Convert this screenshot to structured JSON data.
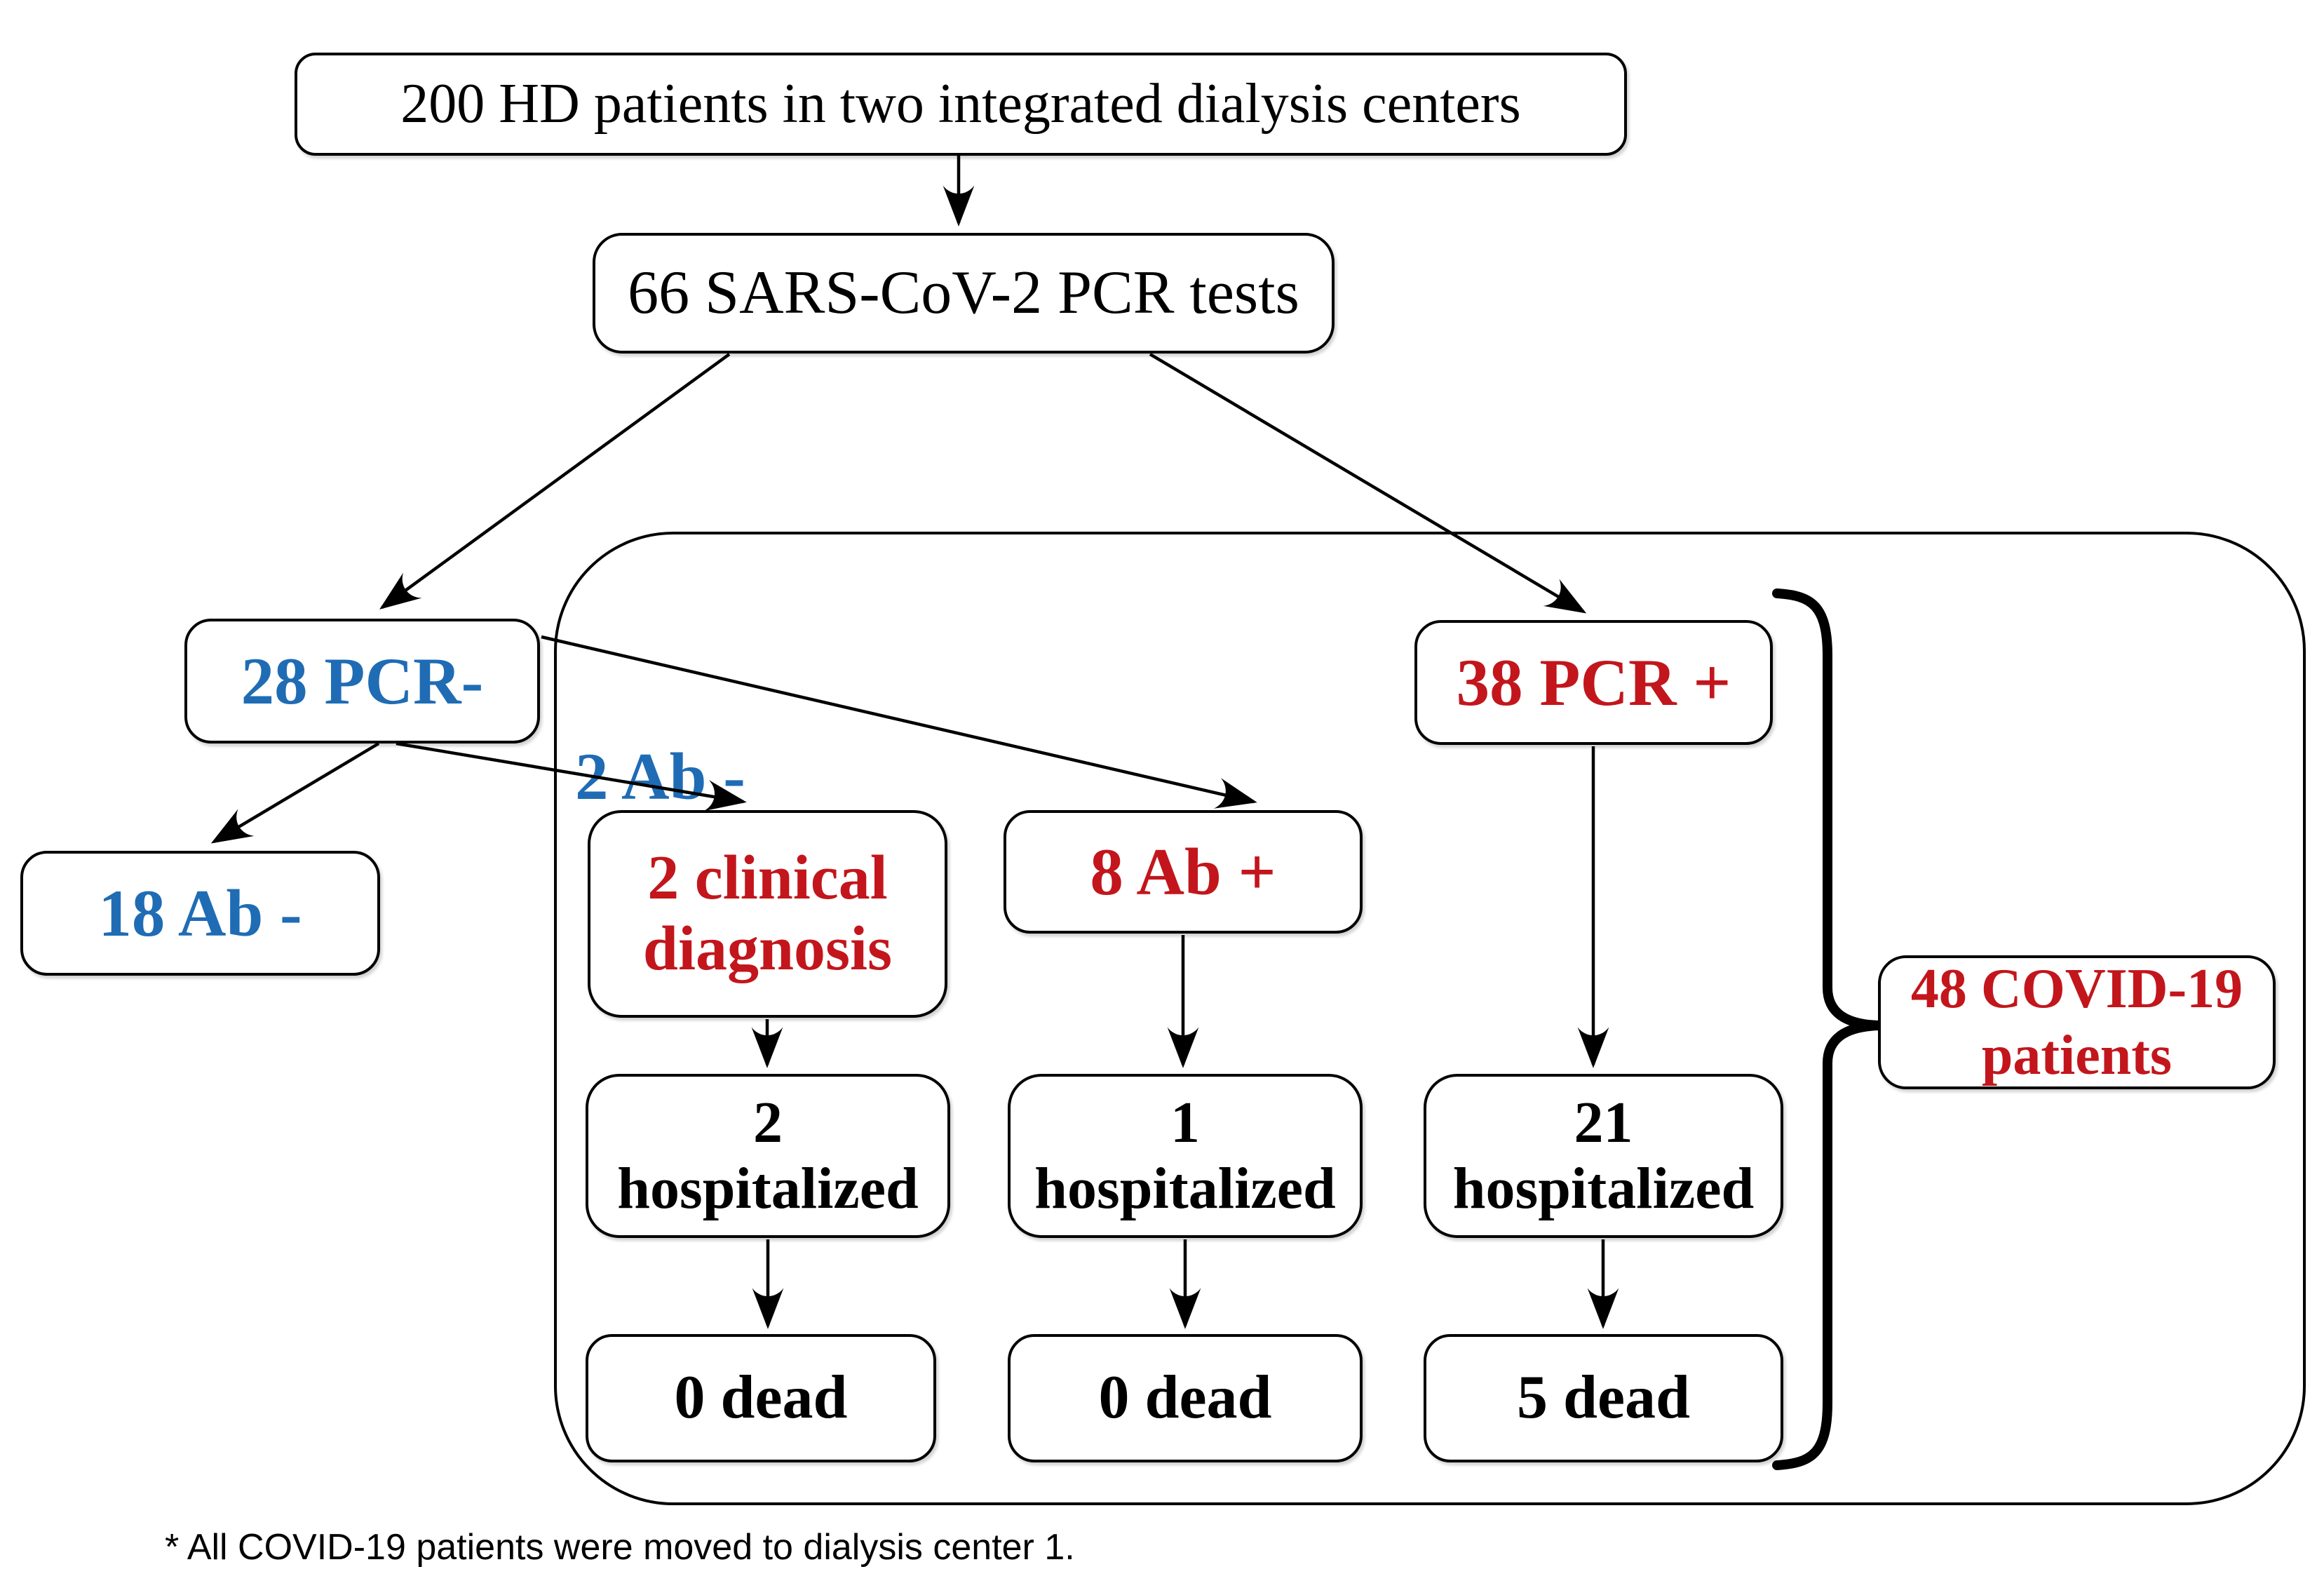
{
  "colors": {
    "blue": "#1F6CB5",
    "red": "#C2161C",
    "line": "#000000",
    "box_border": "#000000",
    "background": "#FFFFFF"
  },
  "nodes": {
    "total": {
      "label": "200 HD patients in two integrated dialysis centers",
      "color": "black"
    },
    "tests": {
      "label": "66 SARS-CoV-2 PCR tests",
      "color": "black"
    },
    "pcr_neg": {
      "label": "28 PCR-",
      "color": "blue"
    },
    "pcr_pos": {
      "label": "38 PCR +",
      "color": "red"
    },
    "ab_neg": {
      "label": "18 Ab -",
      "color": "blue"
    },
    "clinical": {
      "label": "2 clinical diagnosis",
      "color": "red"
    },
    "ab_pos": {
      "label": "8 Ab +",
      "color": "red"
    },
    "hosp_clinical": {
      "label": "2 hospitalized",
      "color": "black"
    },
    "hosp_ab": {
      "label": "1 hospitalized",
      "color": "black"
    },
    "hosp_pcr": {
      "label": "21 hospitalized",
      "color": "black"
    },
    "dead_clinical": {
      "label": "0 dead",
      "color": "black"
    },
    "dead_ab": {
      "label": "0 dead",
      "color": "black"
    },
    "dead_pcr": {
      "label": "5 dead",
      "color": "black"
    },
    "covid_total": {
      "label": "48 COVID-19 patients",
      "color": "red"
    }
  },
  "edge_labels": {
    "pcr_neg_to_clinical": "2 Ab -"
  },
  "edges": [
    {
      "from": "total",
      "to": "tests"
    },
    {
      "from": "tests",
      "to": "pcr_neg"
    },
    {
      "from": "tests",
      "to": "pcr_pos"
    },
    {
      "from": "pcr_neg",
      "to": "ab_neg"
    },
    {
      "from": "pcr_neg",
      "to": "clinical",
      "label": "2 Ab -"
    },
    {
      "from": "pcr_neg",
      "to": "ab_pos"
    },
    {
      "from": "clinical",
      "to": "hosp_clinical"
    },
    {
      "from": "ab_pos",
      "to": "hosp_ab"
    },
    {
      "from": "pcr_pos",
      "to": "hosp_pcr"
    },
    {
      "from": "hosp_clinical",
      "to": "dead_clinical"
    },
    {
      "from": "hosp_ab",
      "to": "dead_ab"
    },
    {
      "from": "hosp_pcr",
      "to": "dead_pcr"
    },
    {
      "from": "brace",
      "to": "covid_total"
    }
  ],
  "footnote": "* All COVID-19 patients were moved to dialysis center 1."
}
